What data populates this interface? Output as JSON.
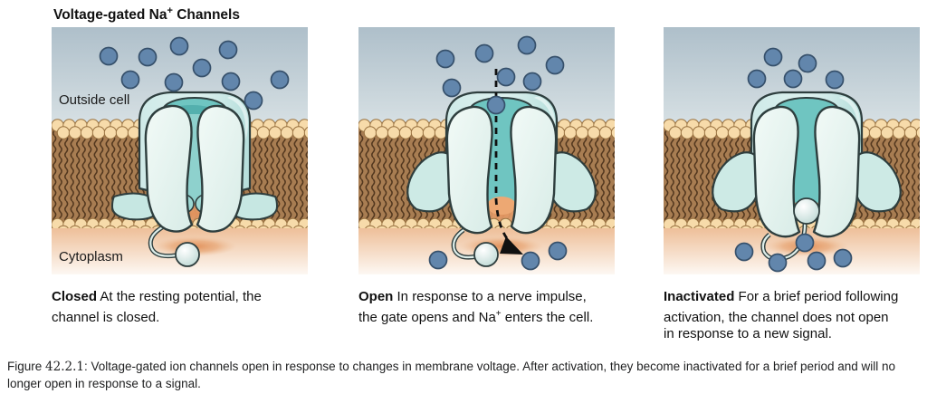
{
  "title": {
    "pre": "Voltage-gated Na",
    "sup": "+",
    "post": " Channels"
  },
  "colors": {
    "ion_fill": "#6286ac",
    "ion_stroke": "#36506b",
    "membrane_head": "#f7dbaa",
    "membrane_head_stroke": "#9a7342",
    "membrane_tail_bg": "#a87d52",
    "membrane_tail_line": "#53381f",
    "channel_light": "#e9f5f2",
    "channel_teal": "#6fc5c1",
    "sky_top": "#aebfca",
    "sky_bottom": "#d9e2e5",
    "cytoplasm_top": "#eebf99",
    "outline": "#2e3e3e"
  },
  "panels": [
    {
      "id": "closed",
      "state_label": "Closed",
      "line1_rest": " At the resting potential, the",
      "line2": "channel is closed.",
      "sup": "",
      "tail": "",
      "line3": "",
      "labels": {
        "outside": "Outside cell",
        "cytoplasm": "Cytoplasm"
      },
      "ions_outside": [
        [
          63,
          32
        ],
        [
          106,
          33
        ],
        [
          141,
          21
        ],
        [
          195,
          25
        ],
        [
          87,
          58
        ],
        [
          135,
          61
        ],
        [
          166,
          45
        ],
        [
          198,
          60
        ],
        [
          252,
          58
        ],
        [
          223,
          81
        ]
      ],
      "ions_inside": []
    },
    {
      "id": "open",
      "state_label": "Open",
      "line1_rest": " In response to a nerve impulse,",
      "line2": "the gate opens and Na",
      "sup": "+",
      "tail": " enters the cell.",
      "line3": "",
      "ions_outside": [
        [
          96,
          35
        ],
        [
          139,
          29
        ],
        [
          186,
          20
        ],
        [
          217,
          42
        ],
        [
          163,
          55
        ],
        [
          192,
          60
        ],
        [
          103,
          67
        ],
        [
          152,
          86
        ]
      ],
      "ions_inside": [
        [
          88,
          257
        ],
        [
          190,
          258
        ],
        [
          220,
          247
        ]
      ]
    },
    {
      "id": "inactivated",
      "state_label": "Inactivated",
      "line1_rest": " For a brief period following",
      "line2": "activation, the channel does not open",
      "sup": "",
      "tail": "",
      "line3": "in response to a new signal.",
      "ions_outside": [
        [
          121,
          33
        ],
        [
          159,
          40
        ],
        [
          103,
          57
        ],
        [
          143,
          57
        ],
        [
          189,
          58
        ]
      ],
      "ions_inside": [
        [
          156,
          238
        ],
        [
          89,
          248
        ],
        [
          126,
          260
        ],
        [
          169,
          258
        ],
        [
          198,
          255
        ]
      ]
    }
  ],
  "figure_caption": {
    "prefix": "Figure ",
    "number": "42.2.1",
    "rest": ": Voltage-gated ion channels open in response to changes in membrane voltage. After activation, they become inactivated for a brief period and will no longer open in response to a signal."
  }
}
